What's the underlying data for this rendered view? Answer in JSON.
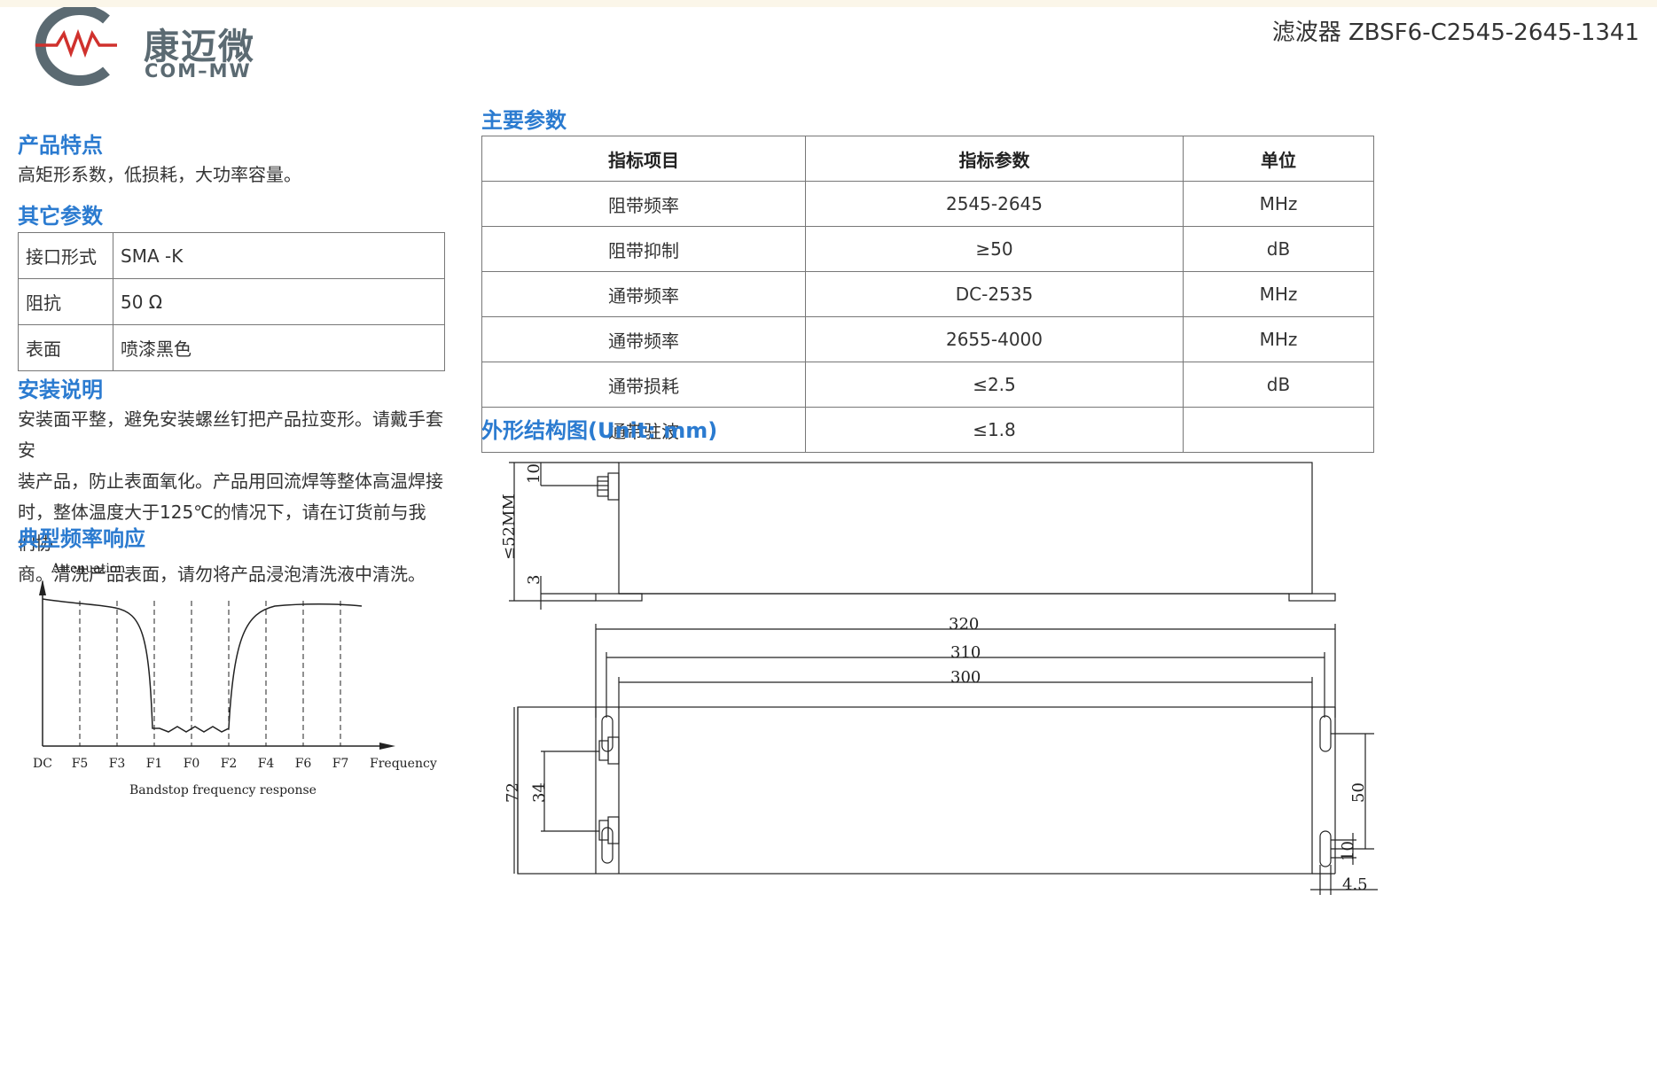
{
  "brand": {
    "cn": "康迈微",
    "en": "COM–MW",
    "logo_icon": "mw-logo-icon"
  },
  "header": {
    "model": "滤波器 ZBSF6-C2545-2645-1341"
  },
  "features": {
    "title": "产品特点",
    "text": "高矩形系数，低损耗，大功率容量。"
  },
  "other_params": {
    "title": "其它参数",
    "rows": [
      {
        "k": "接口形式",
        "v": "SMA -K"
      },
      {
        "k": "阻抗",
        "v": "50 Ω"
      },
      {
        "k": "表面",
        "v": "喷漆黑色"
      }
    ]
  },
  "install": {
    "title": "安装说明",
    "lines": [
      "安装面平整，避免安装螺丝钉把产品拉变形。请戴手套安",
      "装产品，防止表面氧化。产品用回流焊等整体高温焊接",
      "时，整体温度大于125℃的情况下，请在订货前与我们协",
      "商。清洗产品表面，请勿将产品浸泡清洗液中清洗。"
    ]
  },
  "response": {
    "title": "典型频率响应"
  },
  "main_params": {
    "title": "主要参数",
    "headers": [
      "指标项目",
      "指标参数",
      "单位"
    ],
    "rows": [
      [
        "阻带频率",
        "2545-2645",
        "MHz"
      ],
      [
        "阻带抑制",
        "≥50",
        "dB"
      ],
      [
        "通带频率",
        "DC-2535",
        "MHz"
      ],
      [
        "通带频率",
        "2655-4000",
        "MHz"
      ],
      [
        "通带损耗",
        "≤2.5",
        "dB"
      ],
      [
        "通带驻波",
        "≤1.8",
        ""
      ]
    ]
  },
  "outline": {
    "title": "外形结构图(Unit: mm)",
    "dims": {
      "height": "≤52MM",
      "d10_top": "10",
      "d3": "3",
      "w320": "320",
      "w310": "310",
      "w300": "300",
      "h72": "72",
      "d34": "34",
      "d50": "50",
      "d10_slot": "10",
      "d45": "4.5"
    }
  },
  "chart_data": {
    "type": "line",
    "title": "Bandstop frequency response",
    "ylabel": "Attenuation",
    "xlabel": "Frequency",
    "categories": [
      "DC",
      "F5",
      "F3",
      "F1",
      "F0",
      "F2",
      "F4",
      "F6",
      "F7"
    ]
  }
}
